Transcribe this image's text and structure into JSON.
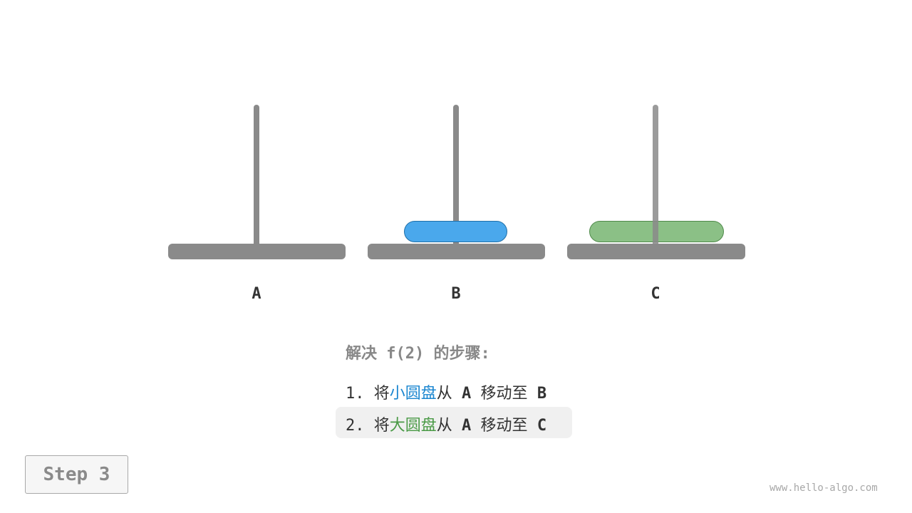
{
  "pegs": [
    {
      "label": "A",
      "disks": []
    },
    {
      "label": "B",
      "disks": [
        "small"
      ]
    },
    {
      "label": "C",
      "disks": [
        "large"
      ]
    }
  ],
  "colors": {
    "peg": "#8a8a8a",
    "small_disk": "#4aa8ec",
    "large_disk": "#6eb068",
    "highlight": "#f0f0f0"
  },
  "steps": {
    "title": "解决 f(2) 的步骤:",
    "items": [
      {
        "num": "1.",
        "verb": "将",
        "disk": "小圆盘",
        "from_word": "从",
        "from": "A",
        "action": "移动至",
        "to": "B"
      },
      {
        "num": "2.",
        "verb": "将",
        "disk": "大圆盘",
        "from_word": "从",
        "from": "A",
        "action": "移动至",
        "to": "C"
      }
    ],
    "highlighted_index": 1
  },
  "step_button": {
    "label": "Step 3"
  },
  "watermark": "www.hello-algo.com"
}
